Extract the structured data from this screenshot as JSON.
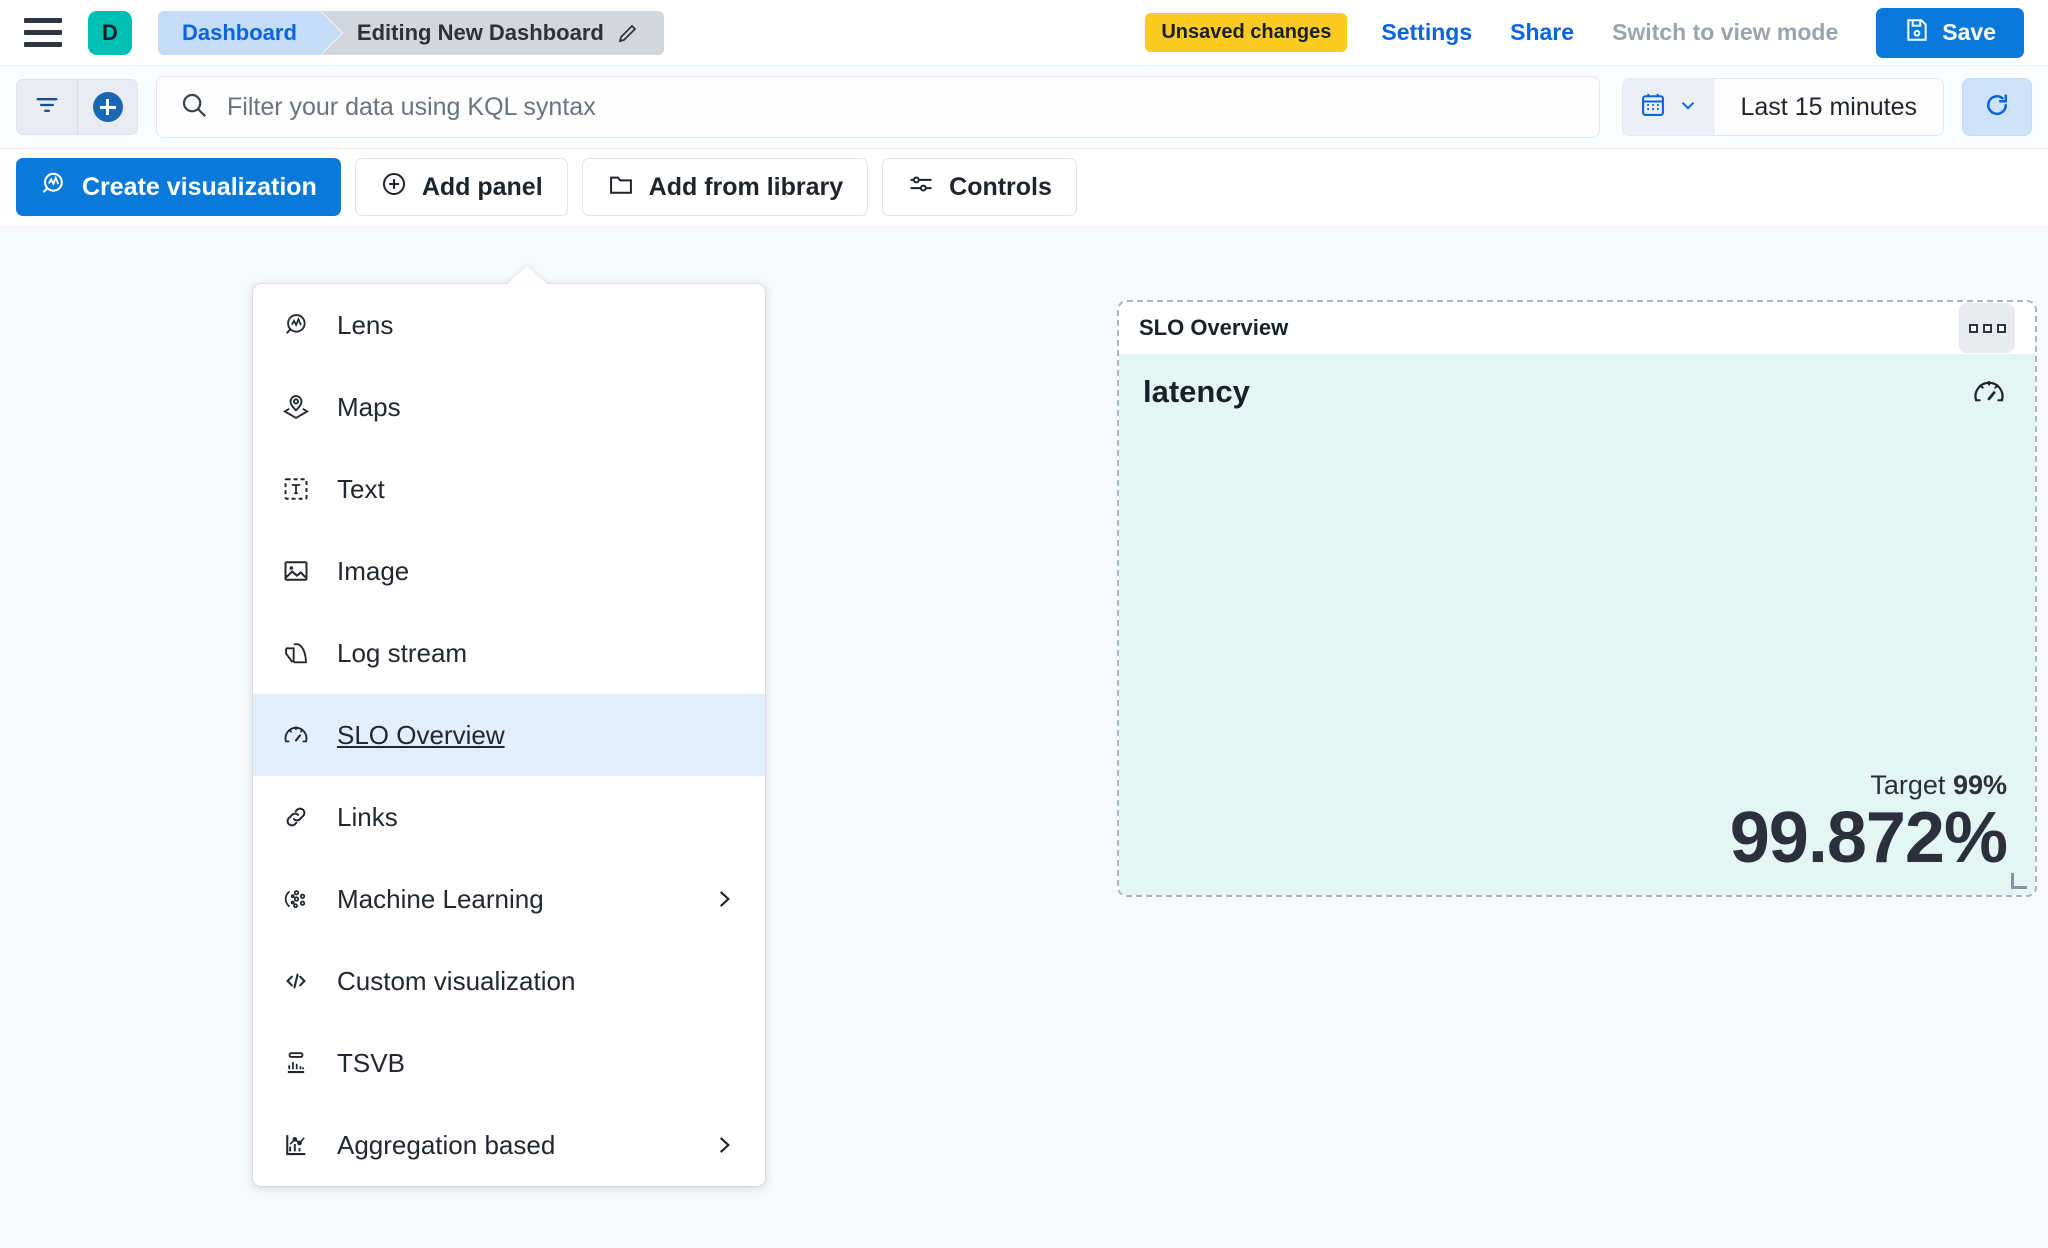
{
  "topnav": {
    "menu_icon": "hamburger-icon",
    "avatar_letter": "D",
    "avatar_color": "#00bfb3",
    "breadcrumb_parent": "Dashboard",
    "breadcrumb_current": "Editing New Dashboard",
    "edit_icon": "pencil-icon",
    "unsaved_badge": "Unsaved changes",
    "unsaved_badge_color": "#fbcb22",
    "settings_link": "Settings",
    "share_link": "Share",
    "view_mode_link": "Switch to view mode",
    "save_label": "Save",
    "save_icon": "save-disk-icon",
    "primary_color": "#0b79d9"
  },
  "querybar": {
    "filter_icon": "filter-icon",
    "add_filter_icon": "plus-circle-icon",
    "search_icon": "search-icon",
    "placeholder": "Filter your data using KQL syntax",
    "value": "",
    "calendar_icon": "calendar-icon",
    "chevron_icon": "chevron-down-icon",
    "time_range": "Last 15 minutes",
    "refresh_icon": "refresh-icon"
  },
  "toolbar": {
    "create_visualization": "Create visualization",
    "create_visualization_icon": "lens-icon",
    "add_panel": "Add panel",
    "add_panel_icon": "plus-circle-icon",
    "add_from_library": "Add from library",
    "add_from_library_icon": "folder-icon",
    "controls": "Controls",
    "controls_icon": "controls-sliders-icon"
  },
  "add_panel_menu": {
    "items": [
      {
        "label": "Lens",
        "icon": "lens-icon",
        "selected": false,
        "submenu": false
      },
      {
        "label": "Maps",
        "icon": "maps-icon",
        "selected": false,
        "submenu": false
      },
      {
        "label": "Text",
        "icon": "text-icon",
        "selected": false,
        "submenu": false
      },
      {
        "label": "Image",
        "icon": "image-icon",
        "selected": false,
        "submenu": false
      },
      {
        "label": "Log stream",
        "icon": "logstream-icon",
        "selected": false,
        "submenu": false
      },
      {
        "label": "SLO Overview",
        "icon": "gauge-icon",
        "selected": true,
        "submenu": false
      },
      {
        "label": "Links",
        "icon": "link-icon",
        "selected": false,
        "submenu": false
      },
      {
        "label": "Machine Learning",
        "icon": "ml-icon",
        "selected": false,
        "submenu": true
      },
      {
        "label": "Custom visualization",
        "icon": "code-icon",
        "selected": false,
        "submenu": false
      },
      {
        "label": "TSVB",
        "icon": "tsvb-icon",
        "selected": false,
        "submenu": false
      },
      {
        "label": "Aggregation based",
        "icon": "aggregation-icon",
        "selected": false,
        "submenu": true
      }
    ],
    "highlight_color": "#e2eefb"
  },
  "slo_panel": {
    "header_title": "SLO Overview",
    "context_menu_icon": "panel-context-menu-icon",
    "slo_name": "latency",
    "gauge_icon": "gauge-icon",
    "target_label": "Target",
    "target_value": "99%",
    "sli_value": "99.872%",
    "background_color": "#e4f6f4",
    "resize_handle_icon": "resize-handle-icon"
  }
}
